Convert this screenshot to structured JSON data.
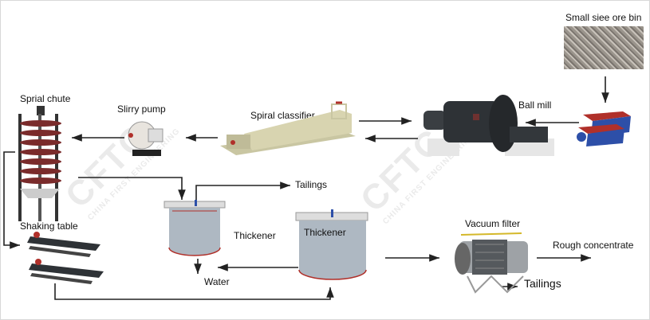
{
  "labels": {
    "ore_bin": "Small siee ore bin",
    "ball_mill": "Ball mill",
    "spiral_classifier": "Spiral classifier",
    "slurry_pump": "Slirry pump",
    "spiral_chute": "Sprial chute",
    "shaking_table": "Shaking table",
    "tailings_top": "Tailings",
    "thickener_1": "Thickener",
    "thickener_2": "Thickener",
    "water": "Water",
    "vacuum_filter": "Vacuum filter",
    "rough_concentrate": "Rough concentrate",
    "tailings_bottom": "Tailings"
  },
  "watermark": {
    "logo": "CFTC",
    "text": "CHINA FIRST ENGINEERING"
  },
  "colors": {
    "accent_red": "#b0302a",
    "feeder_blue": "#2d4fa8",
    "machine_dark": "#2e3236",
    "classifier_beige": "#d8d4b0",
    "thickener_grey": "#aeb8c2"
  }
}
